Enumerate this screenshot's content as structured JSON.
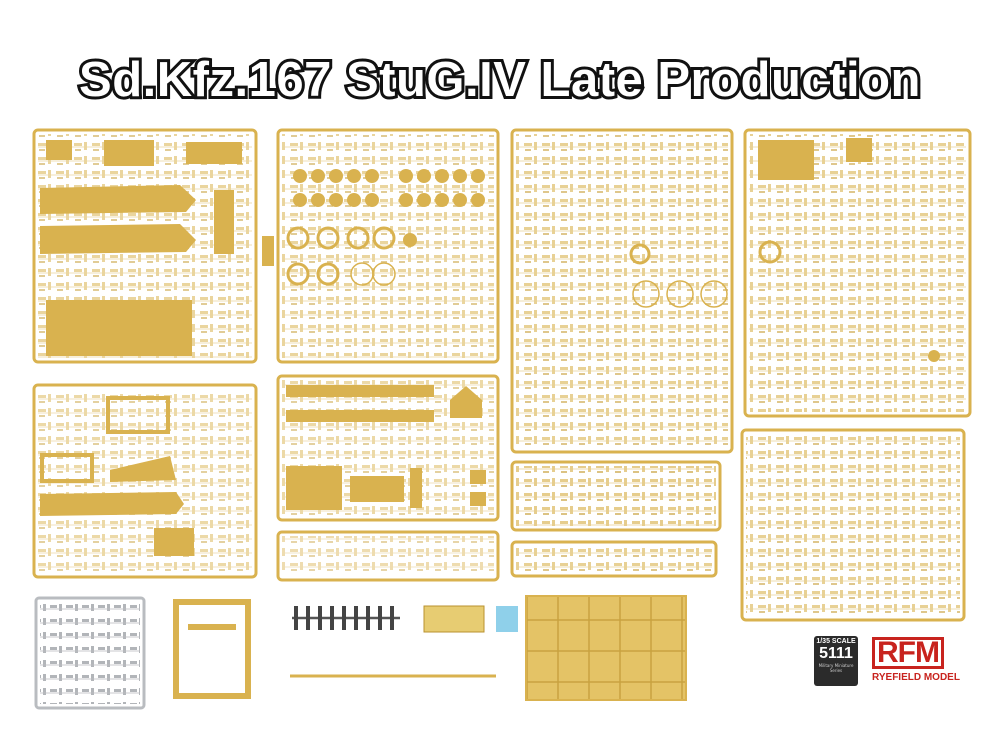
{
  "title": "Sd.Kfz.167 StuG.IV Late Production",
  "scale": {
    "label": "1/35 SCALE",
    "number": "5111",
    "series": "Military Miniature Series"
  },
  "brand": {
    "logo": "RFM",
    "name": "RYEFIELD MODEL"
  },
  "colors": {
    "sprue": "#d9b24f",
    "sprue_dark": "#b8922f",
    "grey_sprue": "#b9bcc0",
    "brand_red": "#c8231e",
    "title_outline": "#111111"
  }
}
